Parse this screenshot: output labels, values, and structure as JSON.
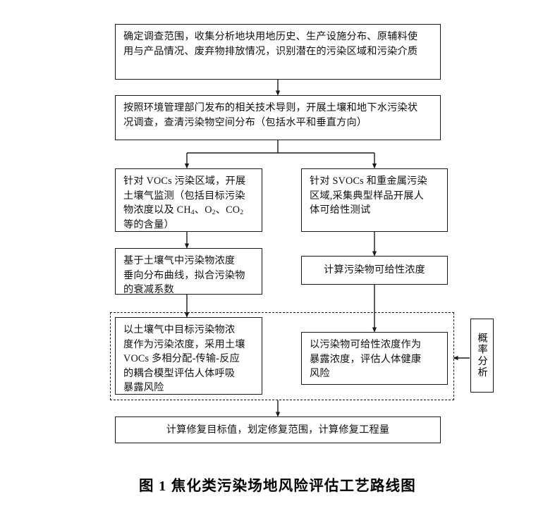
{
  "figure": {
    "caption": "图 1  焦化类污染场地风险评估工艺路线图",
    "caption_label": "图 1",
    "caption_title": "焦化类污染场地风险评估工艺路线图"
  },
  "colors": {
    "box_border": "#1a1a1a",
    "dashed_border": "#111111",
    "background": "#ffffff",
    "text": "#111111",
    "connector": "#1a1a1a"
  },
  "nodes": {
    "step1": {
      "id": "scope-survey",
      "lines": [
        "确定调查范围，收集分析地块用地历史、生产设施分布、原辅料使",
        "用与产品情况、废弃物排放情况，识别潜在的污染区域和污染介质"
      ],
      "text": "确定调查范围，收集分析地块用地历史、生产设施分布、原辅料使用与产品情况、废弃物排放情况，识别潜在的污染区域和污染介质"
    },
    "step2": {
      "id": "soil-groundwater-investigation",
      "lines": [
        "按照环境管理部门发布的相关技术导则，开展土壤和地下水污染状",
        "况调查，查清污染物空间分布（包括水平和垂直方向）"
      ],
      "text": "按照环境管理部门发布的相关技术导则，开展土壤和地下水污染状况调查，查清污染物空间分布（包括水平和垂直方向）"
    },
    "step3_left": {
      "id": "vocs-soil-gas-monitoring",
      "line1": "针对 VOCs 污染区域，开展",
      "line2": "土壤气监测（包括目标污染",
      "line3_pre": "物浓度以及 CH",
      "line3_sub1": "4",
      "line3_mid1": "、O",
      "line3_sub2": "2",
      "line3_mid2": "、CO",
      "line3_sub3": "2",
      "line4": "等的含量）",
      "text": "针对 VOCs 污染区域，开展土壤气监测（包括目标污染物浓度以及 CH4、O2、CO2 等的含量）"
    },
    "step3_right": {
      "id": "svocs-heavy-metal-bioaccessibility",
      "lines": [
        "针对 SVOCs 和重金属污染",
        "区域,采集典型样品开展人",
        "体可给性测试"
      ],
      "text": "针对 SVOCs 和重金属污染区域,采集典型样品开展人体可给性测试"
    },
    "step4_left": {
      "id": "attenuation-coefficient-fitting",
      "lines": [
        "基于土壤气中污染物浓度",
        "垂向分布曲线，拟合污染物",
        "的衰减系数"
      ],
      "text": "基于土壤气中污染物浓度垂向分布曲线，拟合污染物的衰减系数"
    },
    "step4_right": {
      "id": "calculate-bioaccessible-concentration",
      "text": "计算污染物可给性浓度"
    },
    "step5_left": {
      "id": "vocs-coupled-model-inhalation-risk",
      "lines": [
        "以土壤气中目标污染物浓",
        "度作为污染浓度，采用土壤",
        "VOCs 多相分配-传输-反应",
        "的耦合模型评估人体呼吸",
        "暴露风险"
      ],
      "text": "以土壤气中目标污染物浓度作为污染浓度，采用土壤VOCs 多相分配-传输-反应的耦合模型评估人体呼吸暴露风险"
    },
    "step5_right": {
      "id": "bioaccessibility-health-risk",
      "lines": [
        "以污染物可给性浓度作为",
        "暴露浓度，评估人体健康",
        "风险"
      ],
      "text": "以污染物可给性浓度作为暴露浓度，评估人体健康风险"
    },
    "probability": {
      "id": "probability-analysis",
      "text": "概率分析"
    },
    "step6": {
      "id": "remediation-targets",
      "text": "计算修复目标值，划定修复范围，计算修复工程量"
    }
  }
}
